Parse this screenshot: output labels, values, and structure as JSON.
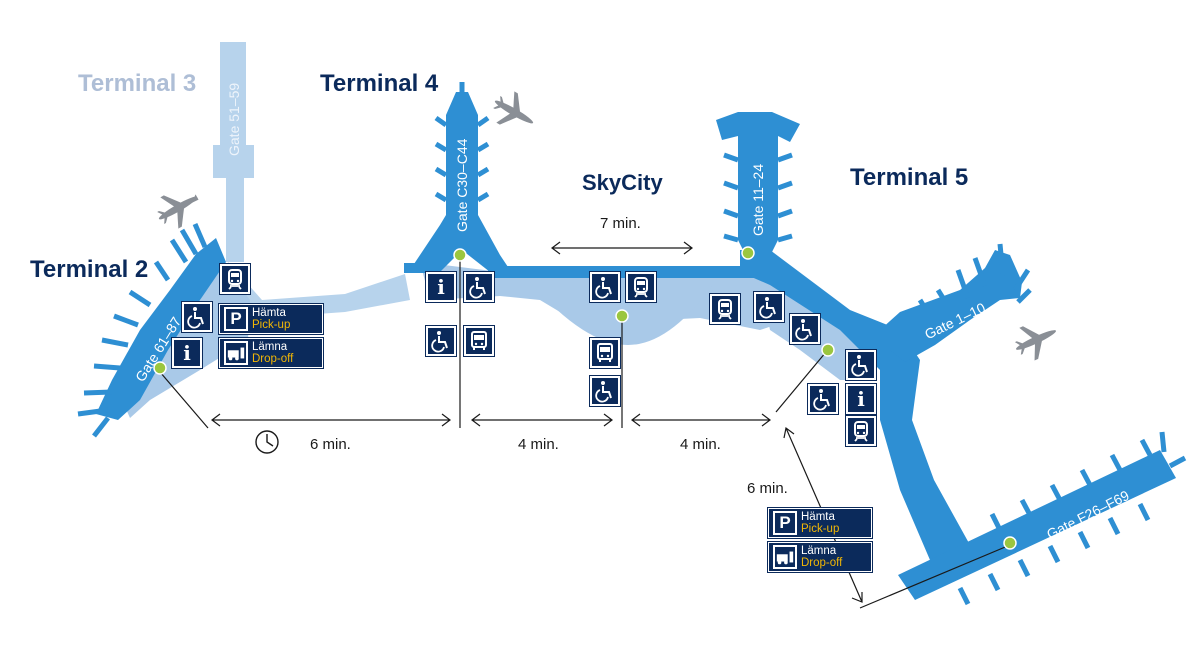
{
  "terminals": {
    "t2": "Terminal 2",
    "t3": "Terminal 3",
    "t4": "Terminal 4",
    "t5": "Terminal 5",
    "skycity": "SkyCity"
  },
  "gates": {
    "g61_87": "Gate 61–87",
    "g51_59": "Gate 51–59",
    "gc30_c44": "Gate C30–C44",
    "g11_24": "Gate 11–24",
    "g1_10": "Gate 1–10",
    "gf26_f69": "Gate F26–F69"
  },
  "walk_times": {
    "t2_t4": "6 min.",
    "t4_skycity": "4 min.",
    "skycity_t5": "4 min.",
    "skycity_top": "7 min.",
    "t5_dropoff": "6 min."
  },
  "pickup": {
    "sv": "Hämta",
    "en": "Pick-up",
    "letter": "P"
  },
  "dropoff": {
    "sv": "Lämna",
    "en": "Drop-off"
  },
  "icons": [
    "information",
    "wheelchair",
    "train",
    "bus",
    "parking",
    "clock",
    "airplane"
  ],
  "colors": {
    "terminal_blue": "#2e8fd3",
    "light_area": "#a9c9e8",
    "terminal3_blue": "#b7d3ec",
    "navy": "#0b2a5b",
    "marker_green": "#9bc63f",
    "pickup_yellow": "#f2b705"
  }
}
